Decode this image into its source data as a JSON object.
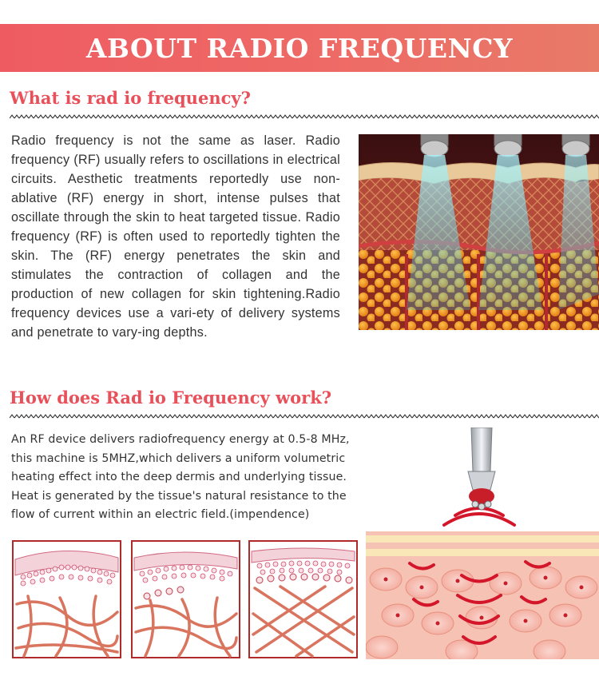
{
  "banner": {
    "title": "ABOUT RADIO FREQUENCY"
  },
  "section1": {
    "title": "What is rad io frequency?",
    "paragraph": "Radio frequency is not the same as laser. Radio frequency (RF) usually refers to oscillations in electrical circuits. Aesthetic treatments reportedly use non-ablative (RF) energy in short, intense pulses that oscillate through the skin to heat targeted tissue. Radio frequency (RF) is often used to reportedly tighten the skin. The (RF) energy penetrates the skin and stimulates the contraction of collagen and the production of new collagen for skin tightening.Radio frequency devices use a vari-ety of delivery systems and penetrate to vary-ing depths."
  },
  "section2": {
    "title": "How does Rad io Frequency work?",
    "paragraph": "An RF device delivers radiofrequency energy at 0.5-8 MHz, this machine is 5MHZ,which delivers a uniform volumetric heating effect into the deep dermis and underlying tissue. Heat is generated by the tissue's natural resistance to the flow of current within an electric field.(impendence)"
  },
  "colors": {
    "banner_start": "#ee5c62",
    "banner_end": "#e87a68",
    "heading": "#e8505a",
    "text": "#333333"
  }
}
